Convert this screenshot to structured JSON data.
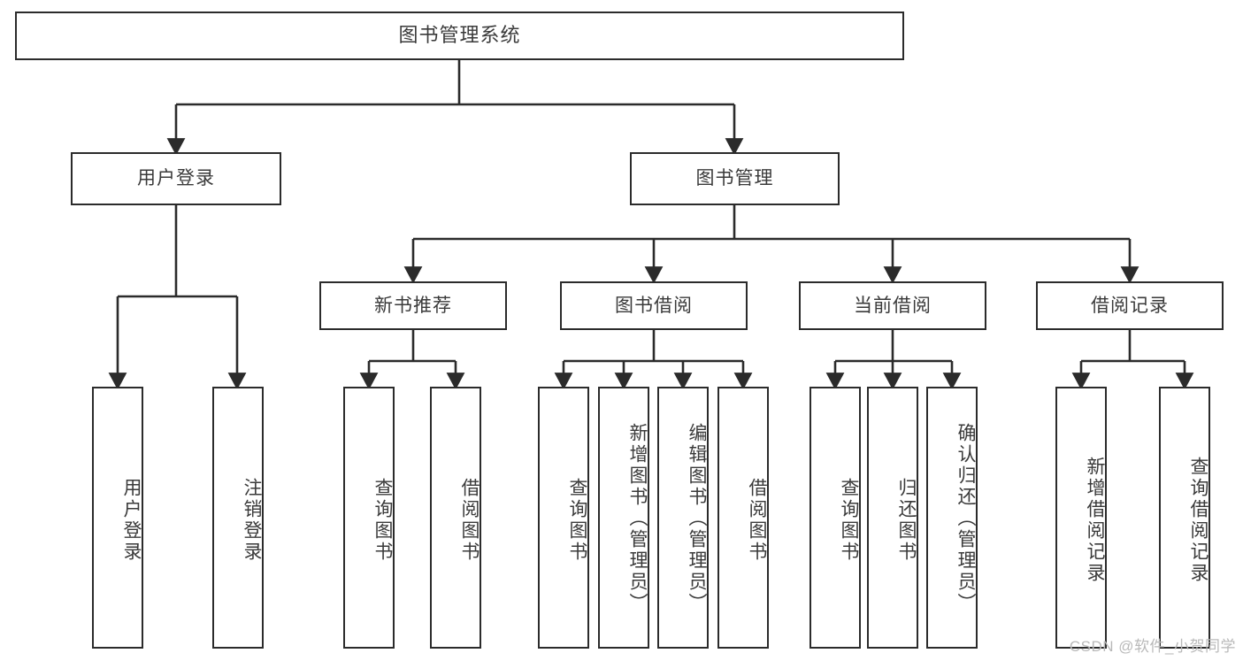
{
  "diagram": {
    "type": "tree-hierarchy-chart",
    "title": "图书管理系统",
    "stroke_color": "#2b2b2b",
    "text_color": "#3a3a3a",
    "background_color": "#ffffff"
  },
  "root": {
    "label": "图书管理系统"
  },
  "level1": [
    {
      "label": "用户登录"
    },
    {
      "label": "图书管理"
    }
  ],
  "level2": [
    {
      "label": "新书推荐"
    },
    {
      "label": "图书借阅"
    },
    {
      "label": "当前借阅"
    },
    {
      "label": "借阅记录"
    }
  ],
  "leaves": {
    "user_login": [
      {
        "label": "用户登录"
      },
      {
        "label": "注销登录"
      }
    ],
    "new_book_recommend": [
      {
        "label": "查询图书"
      },
      {
        "label": "借阅图书"
      }
    ],
    "book_borrow": [
      {
        "label": "查询图书"
      },
      {
        "label": "新增图书（管理员）"
      },
      {
        "label": "编辑图书（管理员）"
      },
      {
        "label": "借阅图书"
      }
    ],
    "current_borrow": [
      {
        "label": "查询图书"
      },
      {
        "label": "归还图书"
      },
      {
        "label": "确认归还（管理员）"
      }
    ],
    "borrow_record": [
      {
        "label": "新增借阅记录"
      },
      {
        "label": "查询借阅记录"
      }
    ]
  },
  "watermark": {
    "text": "CSDN @软件_小贺同学"
  }
}
